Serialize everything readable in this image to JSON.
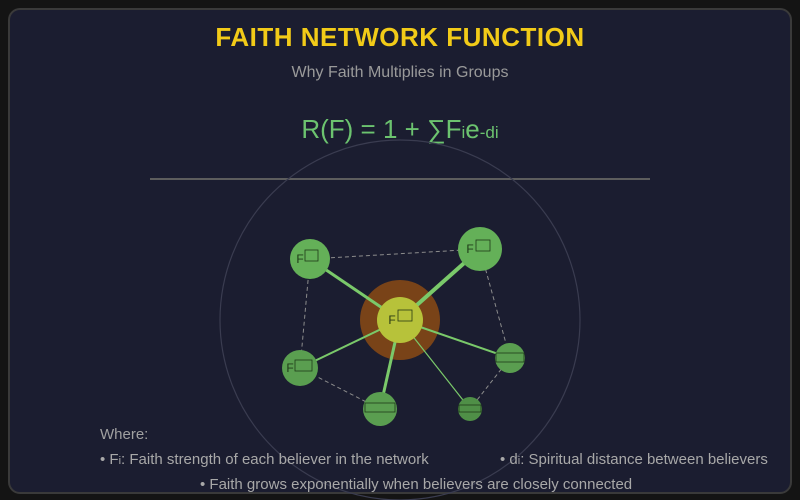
{
  "header": {
    "title": "FAITH NETWORK FUNCTION",
    "subtitle": "Why Faith Multiplies in Groups"
  },
  "formula": {
    "lhs": "R(F) = 1 + ∑F",
    "sub_i": "i",
    "e": "e",
    "exp": "-d",
    "exp_sub": "i"
  },
  "network": {
    "center_label": "F",
    "node_label": "F",
    "colors": {
      "center_glow": "#8a4a14",
      "center": "#b7c23a",
      "node": "#64b058",
      "strong_link": "#7ac96a",
      "weak_link": "#8a8a8a"
    }
  },
  "legend": {
    "where": "Where:",
    "item1_bullet": "• F",
    "item1_sub": "i",
    "item1_text": ": Faith strength of each believer in the network",
    "item2_bullet": "• d",
    "item2_sub": "i",
    "item2_text": ": Spiritual distance between believers",
    "item3": "• Faith grows exponentially when believers are closely connected"
  }
}
